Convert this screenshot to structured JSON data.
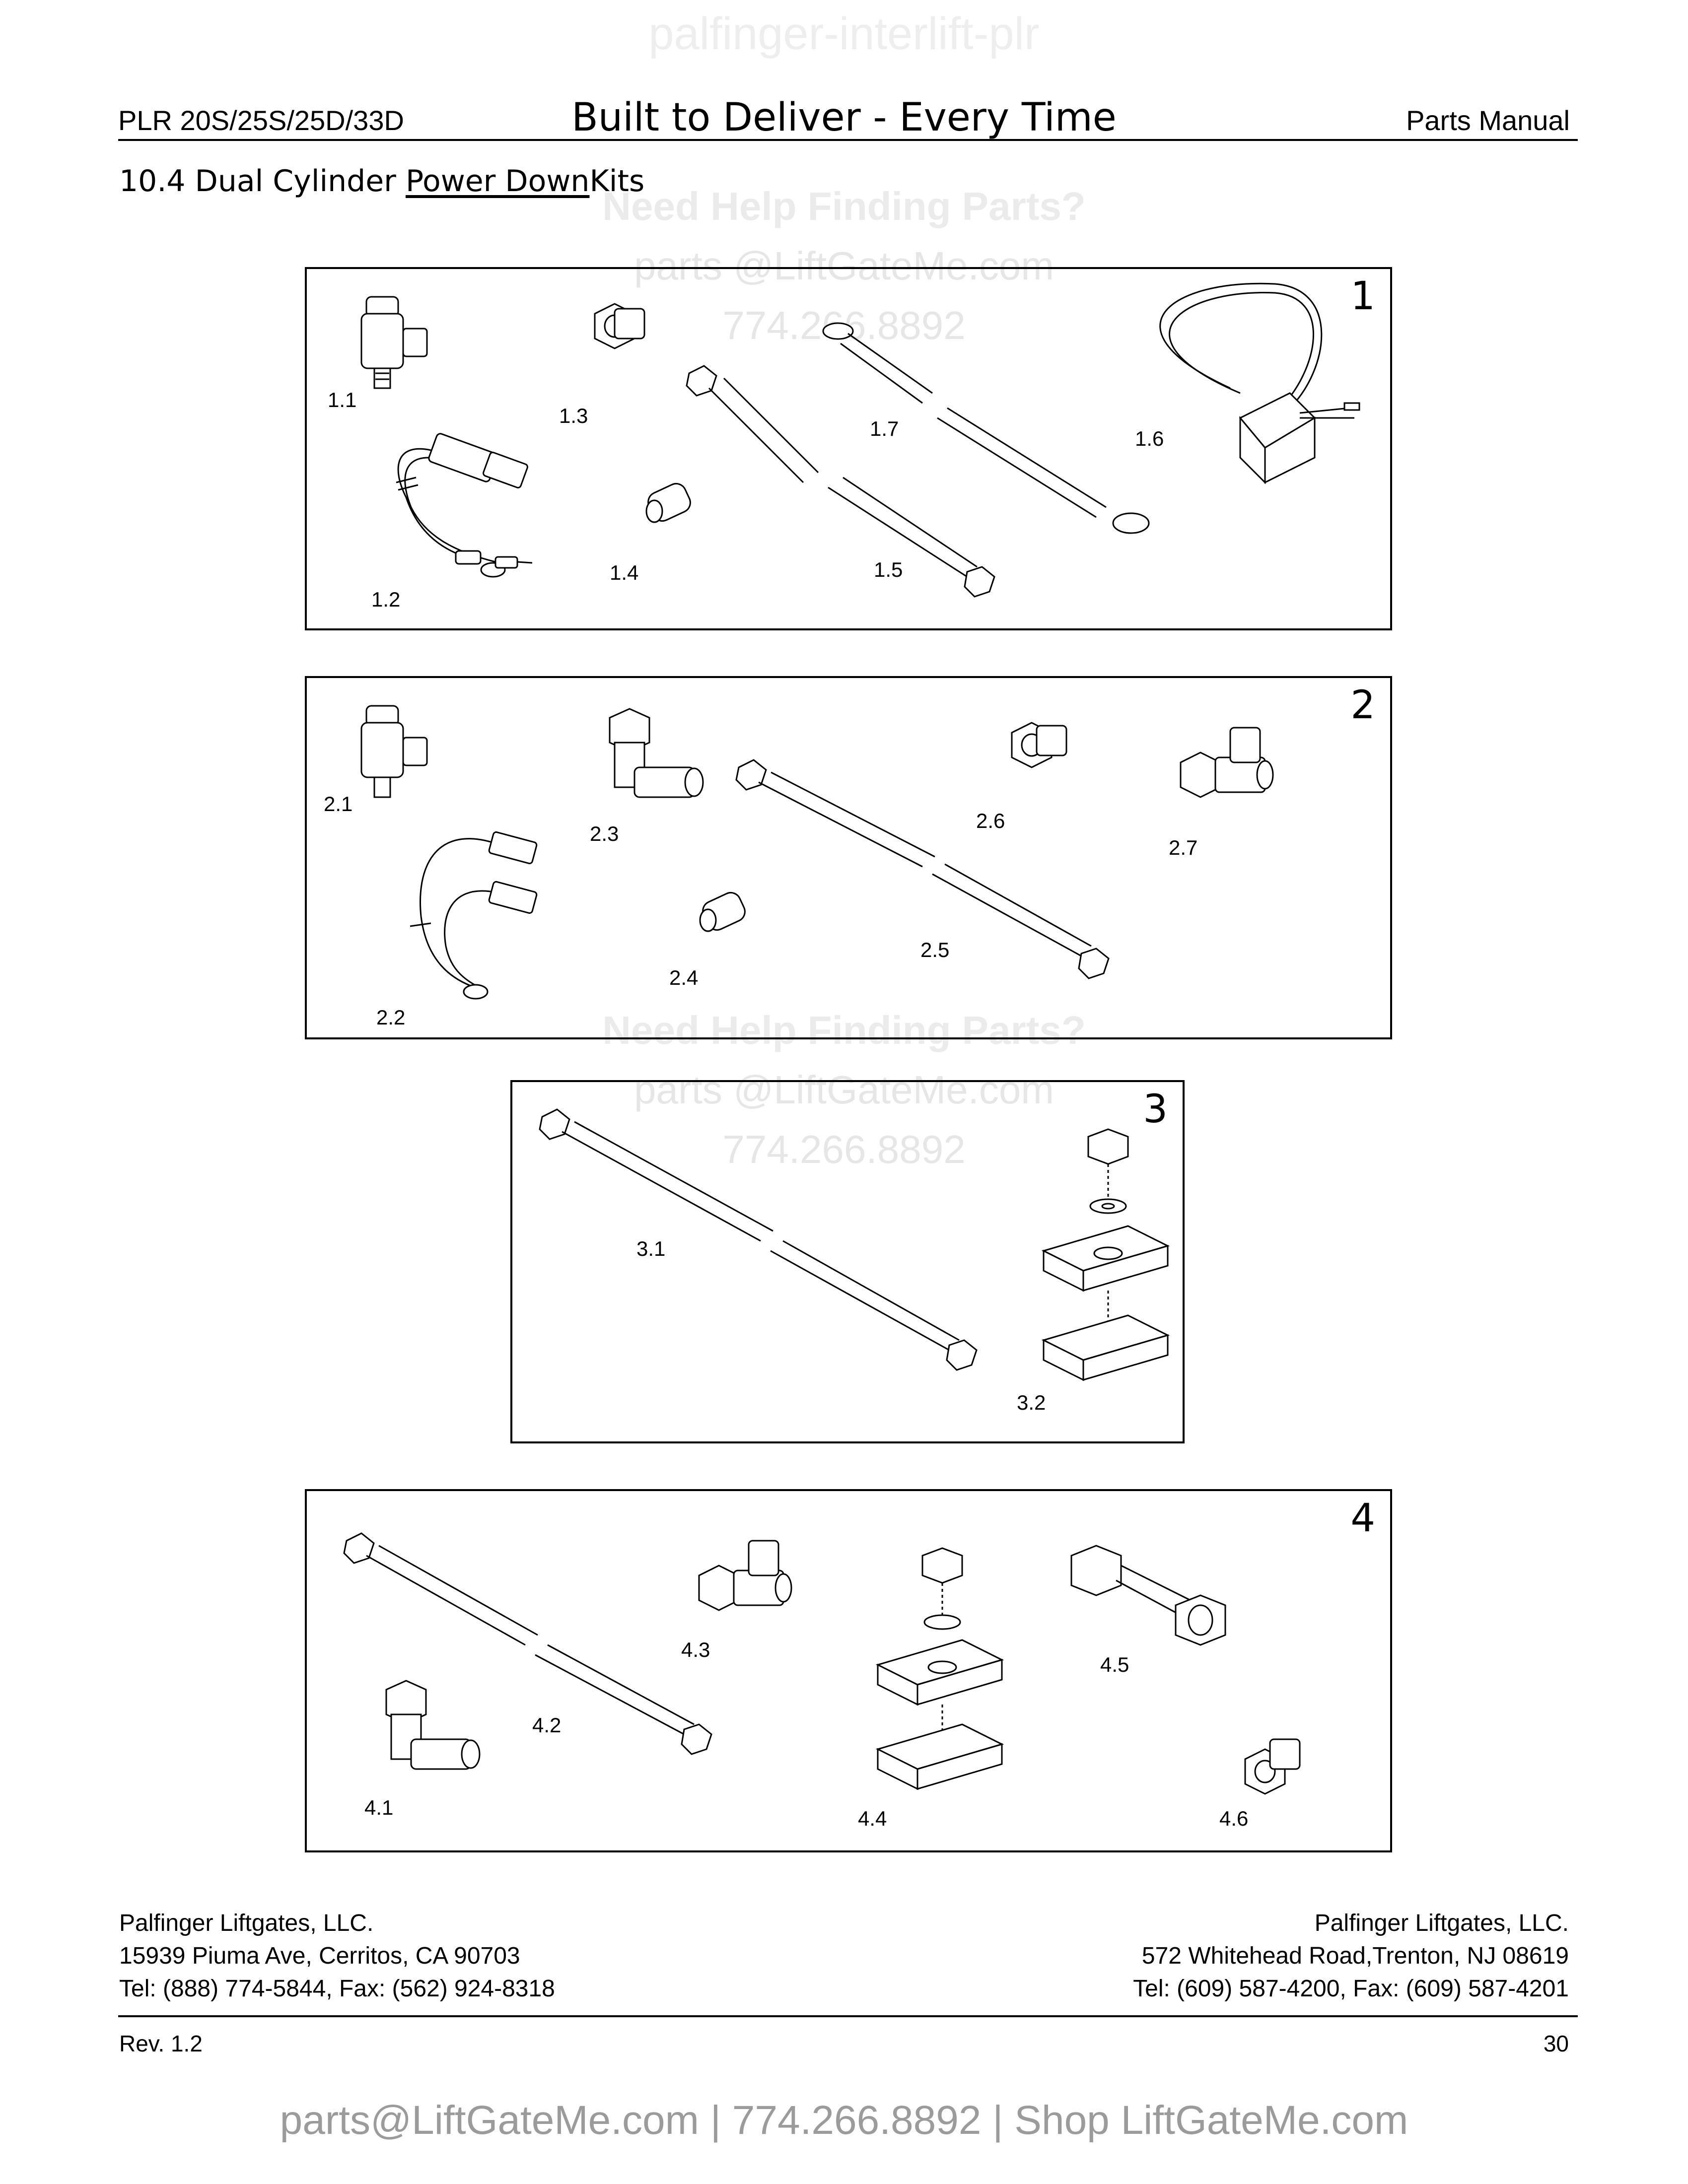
{
  "watermarks": {
    "top": "palfinger-interlift-plr",
    "help": "Need Help Finding Parts?",
    "email": "parts @LiftGateMe.com",
    "phone": "774.266.8892"
  },
  "header": {
    "model": "PLR 20S/25S/25D/33D",
    "slogan": "Built to Deliver - Every Time",
    "manual": "Parts Manual"
  },
  "section": {
    "number": "10.4",
    "pre": "Dual Cylinder",
    "underlined": "Power Down",
    "post": "Kits"
  },
  "kits": [
    {
      "number": "1",
      "callouts": [
        "1.1",
        "1.2",
        "1.3",
        "1.4",
        "1.5",
        "1.6",
        "1.7"
      ]
    },
    {
      "number": "2",
      "callouts": [
        "2.1",
        "2.2",
        "2.3",
        "2.4",
        "2.5",
        "2.6",
        "2.7"
      ]
    },
    {
      "number": "3",
      "callouts": [
        "3.1",
        "3.2"
      ]
    },
    {
      "number": "4",
      "callouts": [
        "4.1",
        "4.2",
        "4.3",
        "4.4",
        "4.5",
        "4.6"
      ]
    }
  ],
  "footer": {
    "left": {
      "company": "Palfinger Liftgates, LLC.",
      "address": "15939 Piuma Ave, Cerritos, CA 90703",
      "phone": "Tel: (888) 774-5844, Fax: (562) 924-8318"
    },
    "right": {
      "company": "Palfinger Liftgates, LLC.",
      "address": "572 Whitehead Road,Trenton, NJ 08619",
      "phone": "Tel: (609) 587-4200, Fax: (609) 587-4201"
    },
    "revision": "Rev. 1.2",
    "page": "30"
  },
  "contact_line": "parts@LiftGateMe.com | 774.266.8892 | Shop LiftGateMe.com"
}
